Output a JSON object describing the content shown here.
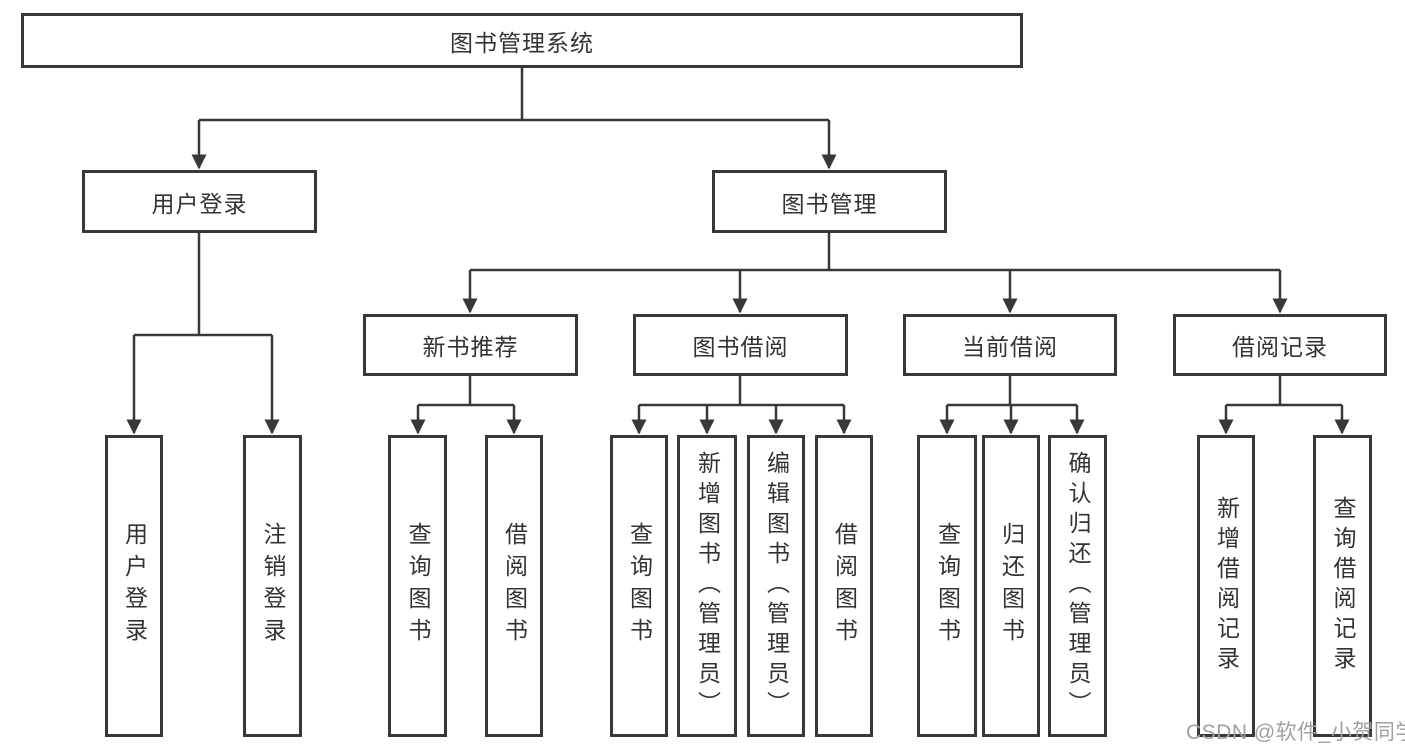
{
  "diagram": {
    "title": "图书管理系统",
    "nodes": {
      "root": "图书管理系统",
      "user_login": "用户登录",
      "book_mgmt": "图书管理",
      "new_book_rec": "新书推荐",
      "book_borrow": "图书借阅",
      "current_borrow": "当前借阅",
      "borrow_record": "借阅记录",
      "leaf_user_login": "用户登录",
      "leaf_logout": "注销登录",
      "leaf_query_book_1": "查询图书",
      "leaf_borrow_book_1": "借阅图书",
      "leaf_query_book_2": "查询图书",
      "leaf_add_book": "新增图书（管理员）",
      "leaf_edit_book": "编辑图书（管理员）",
      "leaf_borrow_book_2": "借阅图书",
      "leaf_query_book_3": "查询图书",
      "leaf_return_book": "归还图书",
      "leaf_confirm_return": "确认归还（管理员）",
      "leaf_add_record": "新增借阅记录",
      "leaf_query_record": "查询借阅记录"
    },
    "edges": [
      {
        "parent": "图书管理系统",
        "children": [
          "用户登录",
          "图书管理"
        ]
      },
      {
        "parent": "用户登录",
        "children": [
          "用户登录",
          "注销登录"
        ]
      },
      {
        "parent": "图书管理",
        "children": [
          "新书推荐",
          "图书借阅",
          "当前借阅",
          "借阅记录"
        ]
      },
      {
        "parent": "新书推荐",
        "children": [
          "查询图书",
          "借阅图书"
        ]
      },
      {
        "parent": "图书借阅",
        "children": [
          "查询图书",
          "新增图书（管理员）",
          "编辑图书（管理员）",
          "借阅图书"
        ]
      },
      {
        "parent": "当前借阅",
        "children": [
          "查询图书",
          "归还图书",
          "确认归还（管理员）"
        ]
      },
      {
        "parent": "借阅记录",
        "children": [
          "新增借阅记录",
          "查询借阅记录"
        ]
      }
    ]
  },
  "watermark": {
    "text": "CSDN @软件_小贺同学"
  },
  "colors": {
    "line": "#383838",
    "text": "#333333",
    "background": "#ffffff",
    "watermark": "#a0a0a0"
  }
}
